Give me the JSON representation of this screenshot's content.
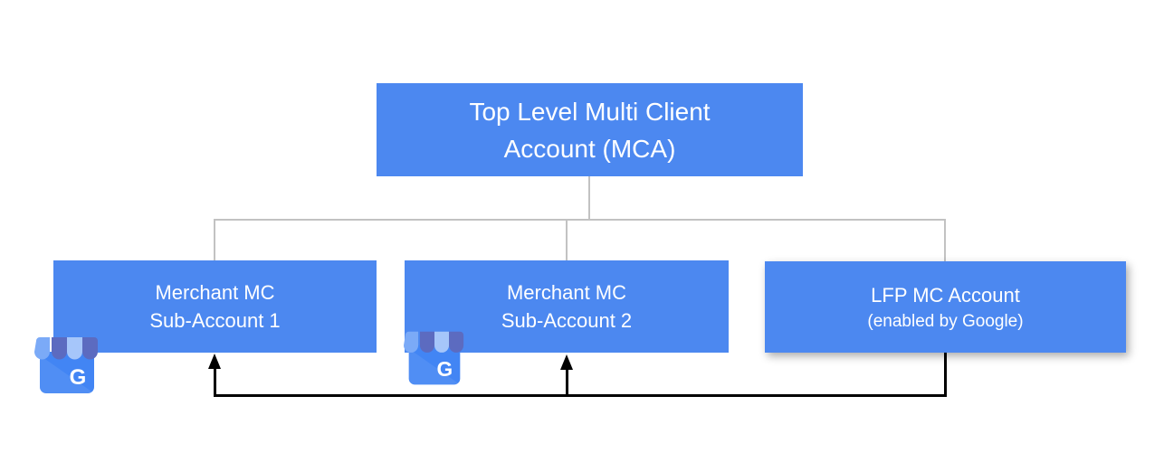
{
  "diagram": {
    "title_box": {
      "line1": "Top Level Multi Client",
      "line2": "Account (MCA)"
    },
    "child_boxes": [
      {
        "name": "merchant-mc-sub-account-1",
        "line1": "Merchant MC",
        "line2": "Sub-Account 1"
      },
      {
        "name": "merchant-mc-sub-account-2",
        "line1": "Merchant MC",
        "line2": "Sub-Account 2"
      },
      {
        "name": "lfp-mc-account",
        "line1": "LFP MC Account",
        "line2": "(enabled by Google)"
      }
    ],
    "icons": {
      "business_icon_name": "google-business-storefront-icon",
      "business_icon_letter": "G"
    },
    "colors": {
      "box_fill": "#4C88F0",
      "box_text": "#FFFFFF",
      "tree_line": "#C2C2C2",
      "arrow_line": "#000000",
      "icon_awning_dark": "#5C6BC0",
      "icon_awning_medium": "#7BAAF7",
      "icon_awning_light": "#A6C6FA",
      "icon_body": "#4285F4"
    }
  }
}
